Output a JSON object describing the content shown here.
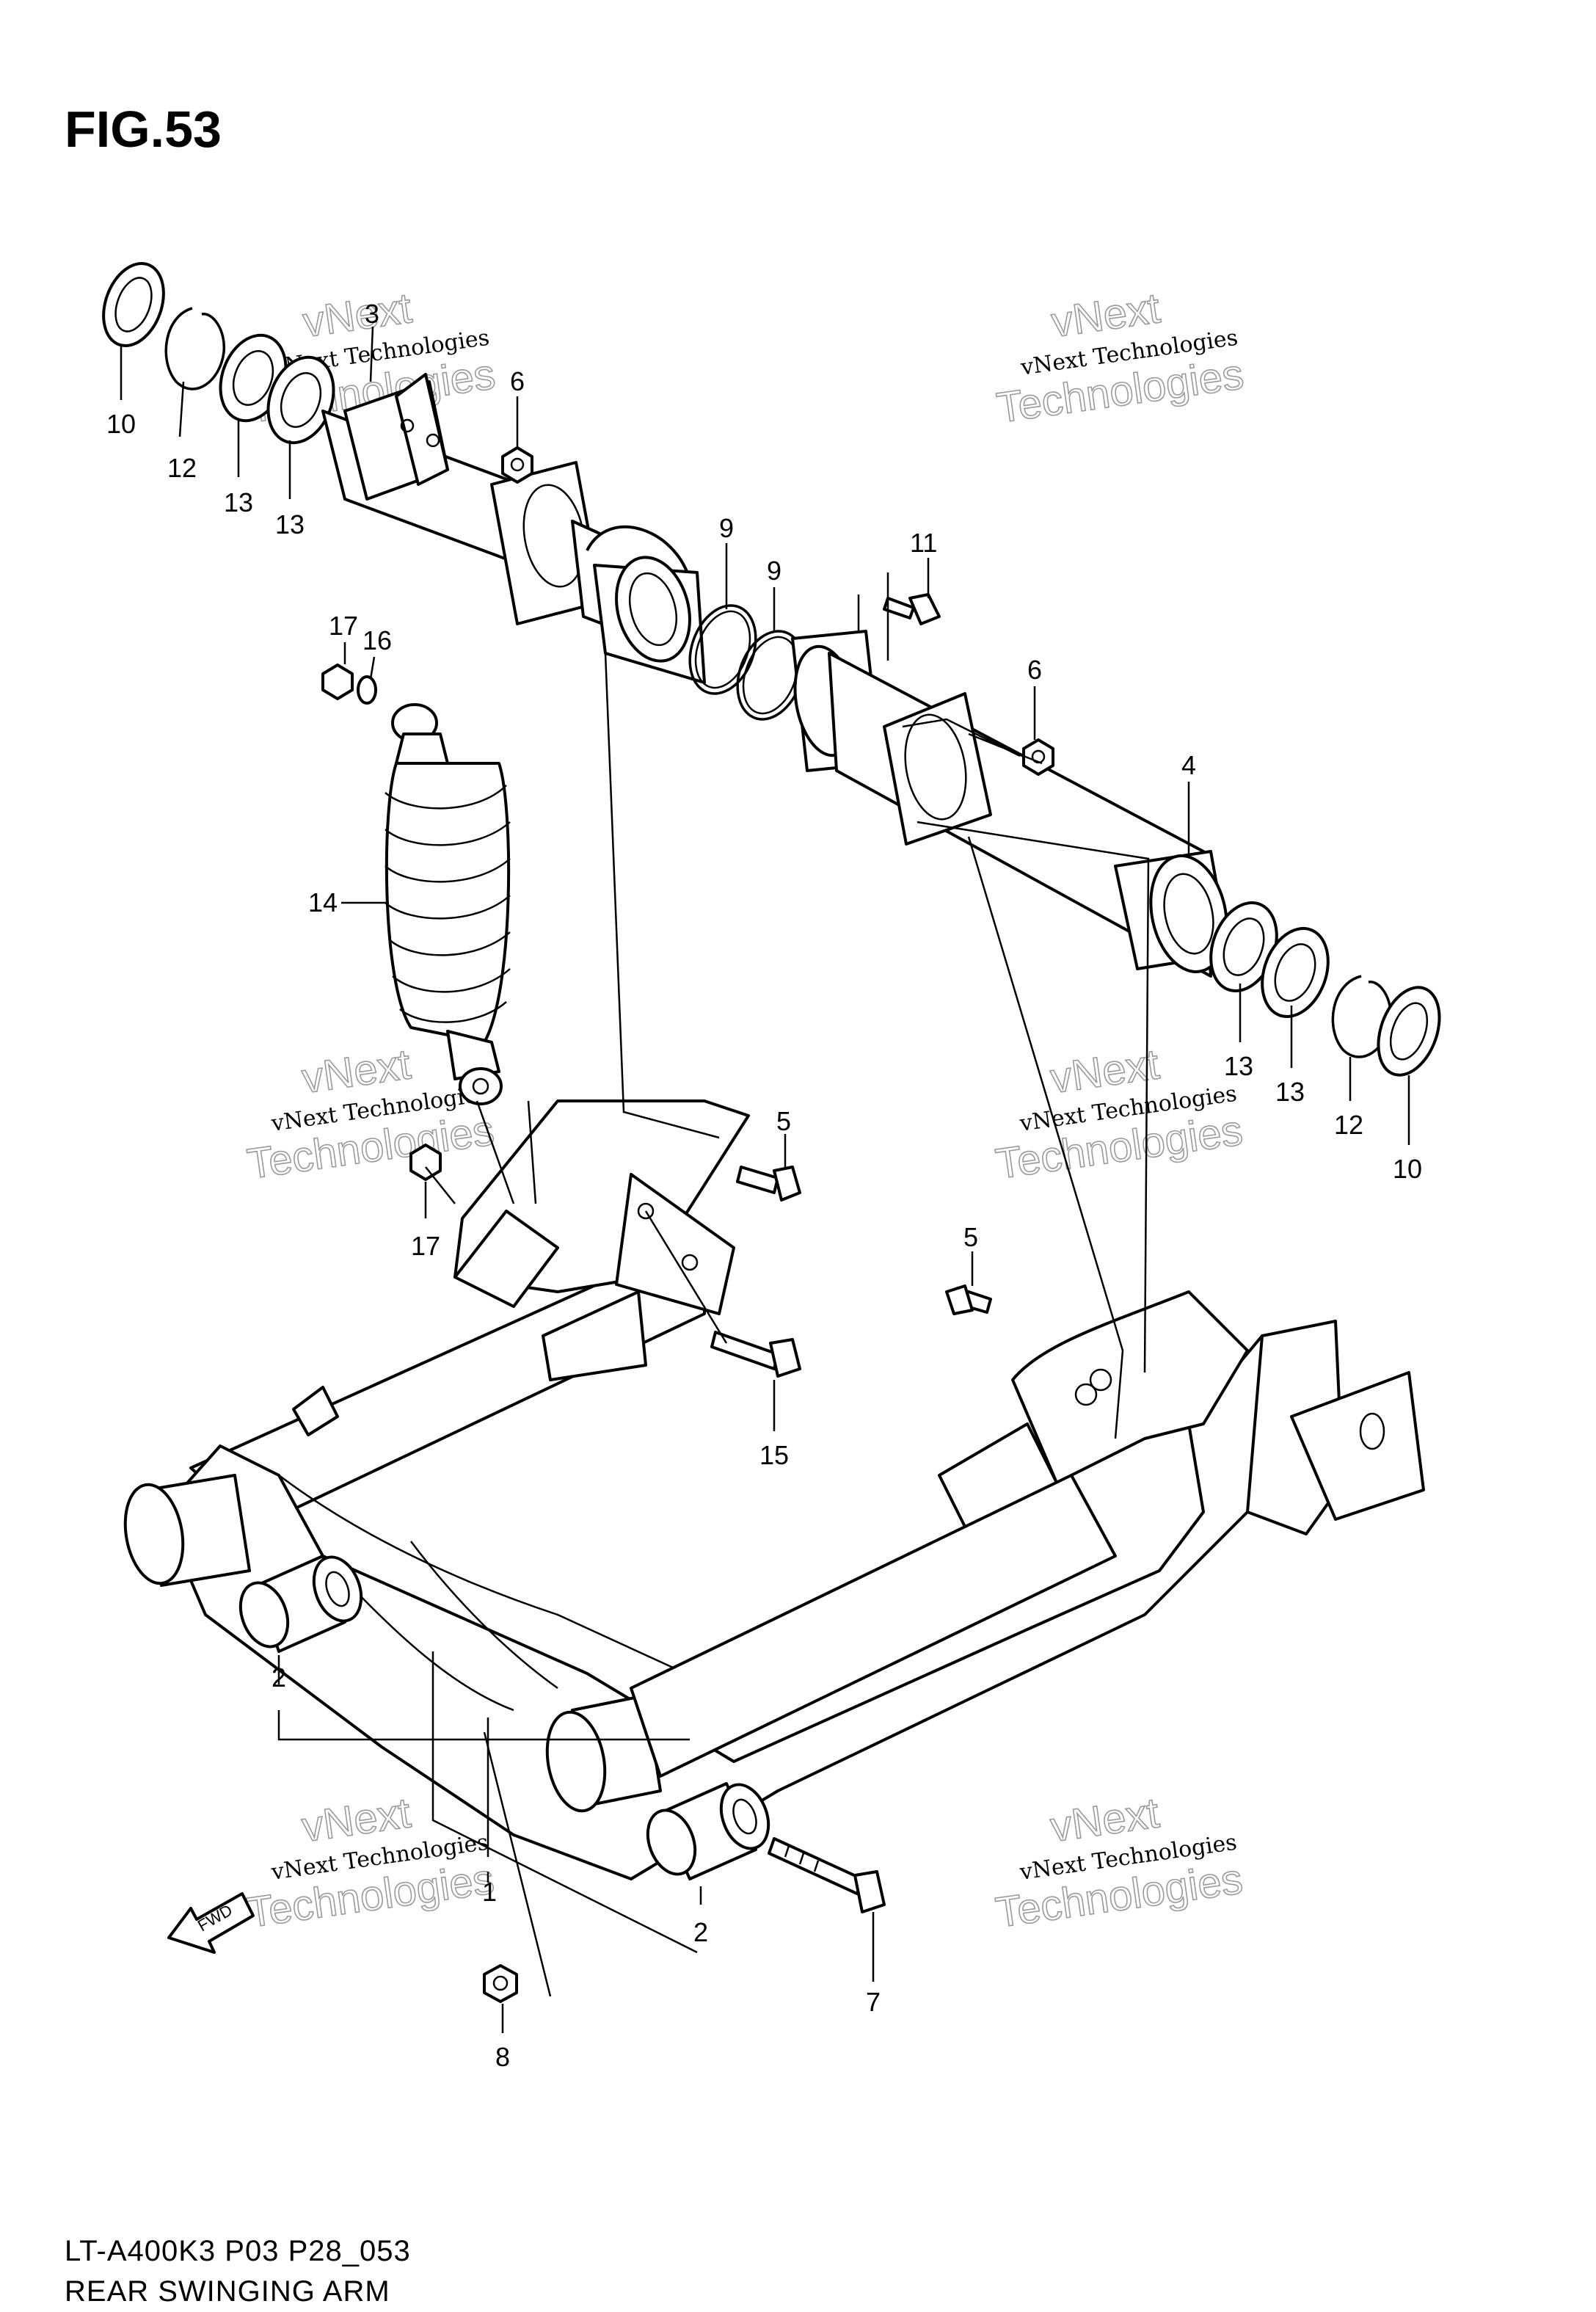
{
  "figure_title": "FIG.53",
  "footer": {
    "code": "LT-A400K3 P03 P28_053",
    "name": "REAR SWINGING ARM"
  },
  "watermark": {
    "line1": "vNext Technologies",
    "line2": "vNext",
    "line3": "Technologies"
  },
  "fwd_label": "FWD",
  "callouts": [
    {
      "num": "1"
    },
    {
      "num": "2"
    },
    {
      "num": "2"
    },
    {
      "num": "3"
    },
    {
      "num": "4"
    },
    {
      "num": "5"
    },
    {
      "num": "5"
    },
    {
      "num": "6"
    },
    {
      "num": "6"
    },
    {
      "num": "7"
    },
    {
      "num": "8"
    },
    {
      "num": "9"
    },
    {
      "num": "9"
    },
    {
      "num": "10"
    },
    {
      "num": "10"
    },
    {
      "num": "11"
    },
    {
      "num": "12"
    },
    {
      "num": "12"
    },
    {
      "num": "13"
    },
    {
      "num": "13"
    },
    {
      "num": "13"
    },
    {
      "num": "13"
    },
    {
      "num": "14"
    },
    {
      "num": "15"
    },
    {
      "num": "16"
    },
    {
      "num": "17"
    },
    {
      "num": "17"
    }
  ],
  "colors": {
    "line": "#000000",
    "background": "#ffffff",
    "watermark": "#9a9a9a"
  }
}
